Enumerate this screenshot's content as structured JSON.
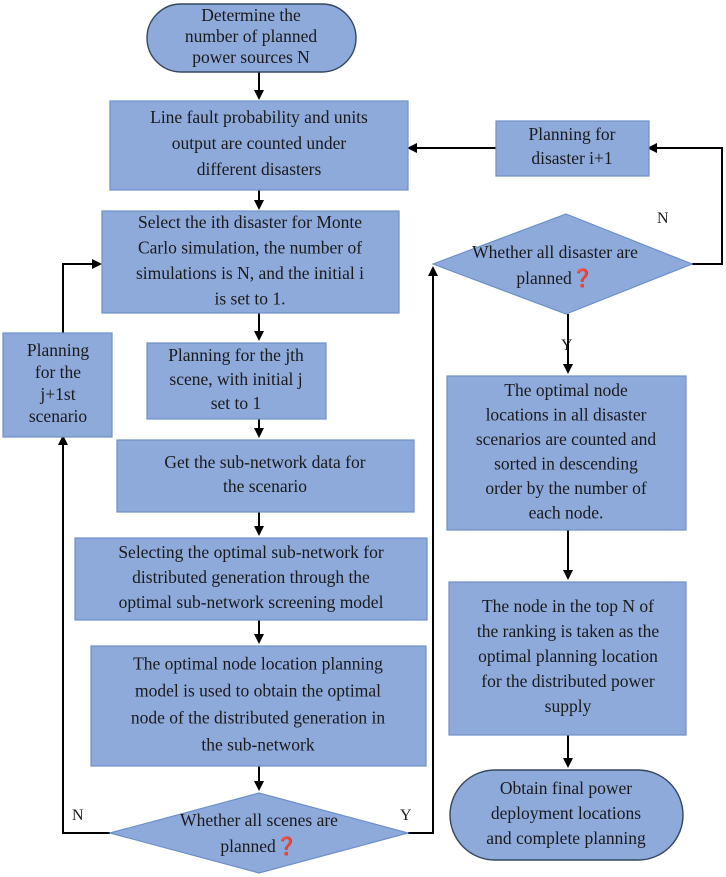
{
  "nodes": {
    "start": "Determine the\nnumber of planned\npower sources N",
    "line_fault": "Line fault probability and units\noutput are counted under\ndifferent disasters",
    "select_disaster": "Select the ith disaster for Monte\nCarlo simulation, the number of\nsimulations is N, and the initial i\nis set to 1.",
    "plan_scene": "Planning for the jth\nscene, with initial j\nset to 1",
    "sub_network": "Get the sub-network data for\nthe scenario",
    "select_optimal": "Selecting the optimal sub-network for\ndistributed generation through the\noptimal sub-network screening model",
    "optimal_node": "The optimal node location planning\nmodel is used to obtain the optimal\nnode of the distributed generation in\nthe sub-network",
    "decision_scenes": "Whether all scenes are\nplanned❓",
    "next_scenario": "Planning\nfor the\nj+1st\nscenario",
    "next_disaster": "Planning for\ndisaster i+1",
    "decision_disasters": "Whether all disaster are\nplanned❓",
    "count_sort": "The optimal node\nlocations in all disaster\nscenarios are counted and\nsorted in descending\norder by the number of\neach node.",
    "top_n": "The node in the top N of\nthe ranking is taken as the\noptimal planning location\nfor the distributed power\nsupply",
    "end": "Obtain final power\ndeployment locations\nand complete planning"
  },
  "edge_labels": {
    "scenes_no": "N",
    "scenes_yes": "Y",
    "disasters_no": "N",
    "disasters_yes": "Y"
  },
  "colors": {
    "box_fill": "#8eaadb",
    "box_border": "#6d8fc9",
    "arrow": "#000000"
  }
}
